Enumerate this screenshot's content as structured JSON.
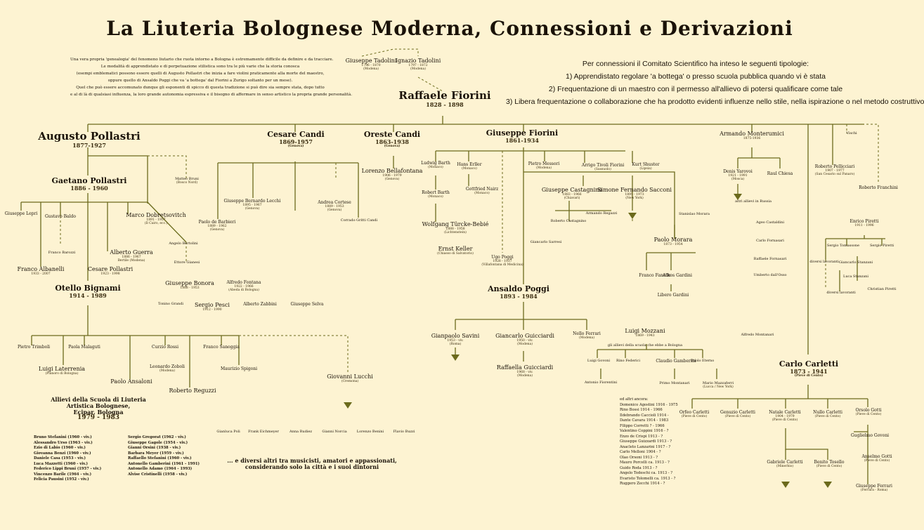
{
  "title": "La Liuteria Bolognese Moderna, Connessioni e Derivazioni",
  "intro": [
    "Una vera propria 'genealogia' del fenomeno liutario che ruota intorno a Bologna è estremamente difficile da definire e da tracciare.",
    "Le modalità di apprendistato e di perpetuazione stilistica sono tra le più varie che la storia conosca",
    "(esempi emblematici possono essere quelli di Augusto Pollastri che inizia a fare violini praticamente alla morte del maestro,",
    "oppure quello di Ansaldo Poggi che va 'a bottega' dal Fiorini a Zurigo soltanto per un mese).",
    "Quel che può essere accomunato dunque gli esponenti di spicco di questa tradizione si può dire sia sempre stata, dopo tutto",
    "e al di là di qualsiasi influenza, la loro grande autonomia espressiva e il bisogno di affermare in senso artistico la propria grande personalità."
  ],
  "legend": [
    "Per connessioni il Comitato Scientifico ha inteso le seguenti tipologie:",
    "1) Apprendistato regolare 'a bottega' o presso scuola pubblica quando vi è stata",
    "2) Frequentazione di un maestro con il permesso all'allievo di potersi qualificare come tale",
    "3) Libera frequentazione o collaborazione che ha prodotto evidenti influenze nello stile, nella ispirazione o nel metodo costruttivo"
  ],
  "nodes": {
    "tadolini_g": {
      "name": "Giuseppe Tadolini",
      "dates": "1796 - 1870",
      "place": "(Modena)"
    },
    "tadolini_i": {
      "name": "Ignazio Tadolini",
      "dates": "1797 - 1872",
      "place": "(Modena)"
    },
    "fiorini_r": {
      "name": "Raffaele Fiorini",
      "dates": "1828 - 1898"
    },
    "pollastri_a": {
      "name": "Augusto Pollastri",
      "dates": "1877-1927"
    },
    "candi_c": {
      "name": "Cesare Candi",
      "dates": "1869-1957",
      "place": "(Genova)"
    },
    "candi_o": {
      "name": "Oreste Candi",
      "dates": "1863-1938",
      "place": "(Genova)"
    },
    "fiorini_g": {
      "name": "Giuseppe Fiorini",
      "dates": "1861-1934"
    },
    "monterumici": {
      "name": "Armando Monterumici",
      "dates": "1875-1936"
    },
    "vischi": {
      "name": "Vischi"
    },
    "pellicciari": {
      "name": "Roberto Pellicciari",
      "dates": "1907 - 1977",
      "place": "(San Cesario sul Panaro)"
    },
    "franchini": {
      "name": "Roberto Franchini"
    },
    "pollastri_g": {
      "name": "Gaetano Pollastri",
      "dates": "1886 - 1960"
    },
    "bruni": {
      "name": "Matteo Bruni",
      "place": "(Bosco Nord)"
    },
    "lepri": {
      "name": "Giuseppe Lepri"
    },
    "baldo": {
      "name": "Gustavo Baldo"
    },
    "barozzi": {
      "name": "Franco Barozzi"
    },
    "albanelli": {
      "name": "Franco Albanelli",
      "dates": "1933 - 2007"
    },
    "guerra": {
      "name": "Alberto Guerra",
      "dates": "1886 - 1967",
      "place": "Bertile (Modena)"
    },
    "pollastri_c": {
      "name": "Cesare Pollastri",
      "dates": "1923 - 1998"
    },
    "dobretsovitch": {
      "name": "Marco Dobretsovitch",
      "dates": "1891 - 1957",
      "place": "(Il Cairo, ecc.)"
    },
    "bertolini": {
      "name": "Angelo Bertolini"
    },
    "gianesi": {
      "name": "Ettore Gianesi"
    },
    "bignami": {
      "name": "Otello Bignami",
      "dates": "1914 - 1989"
    },
    "lecchi": {
      "name": "Giuseppe Bernardo Lecchi",
      "dates": "1895 - 1967",
      "place": "(Genova)"
    },
    "barbieri": {
      "name": "Paolo de Barbieri",
      "dates": "1889 - 1962",
      "place": "(Genova)"
    },
    "cortese": {
      "name": "Andrea Cortese",
      "dates": "1889 - 1953",
      "place": "(Genova)"
    },
    "gritti": {
      "name": "Corrado Gritti Candi"
    },
    "bellafontana": {
      "name": "Lorenzo Bellafontana",
      "dates": "1906 - 1979",
      "place": "(Genova)"
    },
    "bonora": {
      "name": "Giuseppe Bonora",
      "dates": "1888 - 1953"
    },
    "fontana": {
      "name": "Alfredo Fontana",
      "dates": "1922 - 1966",
      "place": "(Abeda di Bologna)"
    },
    "grandi": {
      "name": "Tonino Grandi"
    },
    "pesci": {
      "name": "Sergio Pesci",
      "dates": "1912 - 1990"
    },
    "zabbini": {
      "name": "Alberto Zabbini"
    },
    "selva": {
      "name": "Giuseppe Selva"
    },
    "barth_l": {
      "name": "Ludwig Barth",
      "place": "(Monaco)"
    },
    "erller": {
      "name": "Hans Erller",
      "place": "(Monaco)"
    },
    "barth_r": {
      "name": "Robert Barth",
      "place": "(Monaco)"
    },
    "nairz": {
      "name": "Gottfried Nairz",
      "place": "(Monaco)"
    },
    "turcke": {
      "name": "Wolfgang Türcke-Bebié",
      "dates": "1888 - 1958",
      "place": "(Lichtenstein)"
    },
    "keller": {
      "name": "Ernst Keller",
      "place": "(Chiasso di Salvatorio)"
    },
    "poggi_u": {
      "name": "Ugo Poggi",
      "dates": "1928 - 1937",
      "place": "(Villafontana di Medicina)"
    },
    "poggi_a": {
      "name": "Ansaldo Poggi",
      "dates": "1893 - 1984"
    },
    "messori": {
      "name": "Pietro Messori",
      "place": "(Modena)"
    },
    "tivoli": {
      "name": "Arrigo Tivoli Fiorini",
      "place": "(Sassuolo)"
    },
    "shuster": {
      "name": "Kurt Shuster",
      "place": "(Lipsia)"
    },
    "castagnino": {
      "name": "Giuseppe Castagnino",
      "dates": "1883 - 1966",
      "place": "(Chiavari)"
    },
    "sacconi": {
      "name": "Simone Fernando Sacconi",
      "dates": "1895 - 1973",
      "place": "(New York)"
    },
    "regazzi": {
      "name": "Armando Regazzi"
    },
    "castagnino_r": {
      "name": "Roberto Castagnino"
    },
    "sarresi": {
      "name": "Giancarlo Sarresi"
    },
    "morara_s": {
      "name": "Stanislao Morara"
    },
    "morara_p": {
      "name": "Paolo Morara",
      "dates": "1873 - 1954"
    },
    "fanello": {
      "name": "Franco Fanello"
    },
    "gardini_a": {
      "name": "Athos Gardini"
    },
    "gardini_l": {
      "name": "Libero Gardini"
    },
    "yarovoi": {
      "name": "Denis Yarovoi",
      "dates": "1921 - 1991",
      "place": "(Mosca)"
    },
    "chiesa": {
      "name": "Raul Chiesa"
    },
    "russia": {
      "name": "altri allievi in Russia"
    },
    "castaldini": {
      "name": "Ageo Castaldini"
    },
    "fornasari_c": {
      "name": "Carlo Fornasari"
    },
    "fornasari_r": {
      "name": "Raffaele Fornasari"
    },
    "osso": {
      "name": "Umberto dall'Osso"
    },
    "piretti_e": {
      "name": "Enrico Piretti",
      "dates": "1911 - 1996"
    },
    "tomassone": {
      "name": "Sergio Tomassone"
    },
    "piretti_s": {
      "name": "Sergio Piretti"
    },
    "diversi1": {
      "name": "diversi lavoranti"
    },
    "stanzani_g": {
      "name": "Giancarlo Stanzani"
    },
    "stanzani_l": {
      "name": "Luca Stanzani"
    },
    "diversi2": {
      "name": "diversi lavoranti"
    },
    "piretti_c": {
      "name": "Christian Piretti"
    },
    "montanari_a": {
      "name": "Alfredo Montanari"
    },
    "savini": {
      "name": "Gianpaolo Savini",
      "dates": "1953 - viv.",
      "place": "(Roma)"
    },
    "guicciardi_g": {
      "name": "Giancarlo Guicciardi",
      "dates": "1950 - viv.",
      "place": "(Modena)"
    },
    "guicciardi_r": {
      "name": "Raffaella Guicciardi",
      "dates": "1968 - viv.",
      "place": "(Modena)"
    },
    "ferrari_n": {
      "name": "Nello Ferrari",
      "place": "(Modena)"
    },
    "mozzani": {
      "name": "Luigi Mozzani",
      "dates": "1869 - 1943"
    },
    "mozzani_note": {
      "name": "gli allievi della scuola che ebbe a Bologna"
    },
    "govoni_l": {
      "name": "Luigi Govoni"
    },
    "federici": {
      "name": "Rino Federici"
    },
    "gamberini": {
      "name": "Claudio Gamberini"
    },
    "eterno": {
      "name": "Paolo Eterno"
    },
    "fiorentini": {
      "name": "Antonio Fiorentini"
    },
    "montanari_p": {
      "name": "Primo Montanari"
    },
    "mazzaferri": {
      "name": "Mario Mazzaferri",
      "place": "(Lucca / New York)"
    },
    "carletti_c": {
      "name": "Carlo Carletti",
      "dates": "1873 - 1941",
      "place": "(Pieve di Cento)"
    },
    "carletti_o": {
      "name": "Orfeo Carletti",
      "place": "(Pieve di Cento)"
    },
    "carletti_g": {
      "name": "Genuzio Carletti",
      "place": "(Pieve di Cento)"
    },
    "carletti_n": {
      "name": "Natale Carletti",
      "dates": "1904 - 1979",
      "place": "(Pieve di Cento)"
    },
    "carletti_nu": {
      "name": "Nullo Carletti",
      "place": "(Pieve di Cento)"
    },
    "gotti_o": {
      "name": "Orsolo Gotti",
      "place": "(Pieve di Cento)"
    },
    "govoni_g": {
      "name": "Guglielmo Govoni"
    },
    "gotti_a": {
      "name": "Anselmo Gotti",
      "place": "(Pieve di Cento)"
    },
    "ferrari_g": {
      "name": "Giuseppe Ferrari",
      "place": "(Ferrara - Roma)"
    },
    "carletti_ga": {
      "name": "Gabriele Carletti",
      "place": "(Minerbio)"
    },
    "tosello": {
      "name": "Benito Tosello",
      "place": "(Pieve di Cento)"
    },
    "trimboli": {
      "name": "Pietro Trimboli"
    },
    "malaguti": {
      "name": "Paola Malaguti"
    },
    "laterrenia": {
      "name": "Luigi Laterrenia",
      "place": "(Pianoro di Bologna)"
    },
    "rossi": {
      "name": "Curzio Rossi"
    },
    "sanoggia": {
      "name": "Franco Sanoggia"
    },
    "zoboli": {
      "name": "Leonardo Zoboli",
      "place": "(Modena)"
    },
    "spigoni": {
      "name": "Maurizio Spigoni"
    },
    "ansaloni": {
      "name": "Paolo Ansaloni"
    },
    "reguzzi": {
      "name": "Roberto Reguzzi"
    },
    "lucchi": {
      "name": "Giovanni Lucchi",
      "place": "(Cremona)"
    },
    "scuola": {
      "name": "Allievi della Scuola di Liuteria\nArtistica Bolognese,\nEcipar, Bologna",
      "dates": "1979 - 1983"
    },
    "poli": {
      "name": "Gianluca Poli"
    },
    "eichmeyer": {
      "name": "Frank Eichmeyer"
    },
    "rudiez": {
      "name": "Anna Rudiez"
    },
    "norcia": {
      "name": "Gianni Norcia"
    },
    "benini": {
      "name": "Lorenzo Benini"
    },
    "buzzi": {
      "name": "Flavio Buzzi"
    },
    "closing": {
      "name": "... e diversi altri tra musicisti, amatori e appassionati,\nconsiderando solo la città e i suoi dintorni"
    }
  },
  "scuola_left": [
    "Bruno Stefanini (1960 - viv.)",
    "Alessandro Urso (1963 - viv.)",
    "Ezio di Labio (1960 - viv.)",
    "Giovanna Benzi (1960 - viv.)",
    "Daniele Casa (1953 - viv.)",
    "Luca Mazzetti (1960 - viv.)",
    "Federico Lippi Bruni (1957 - viv.)",
    "Vincenzo Barile (1964 - viv.)",
    "Felicia Pausini (1952 - viv.)"
  ],
  "scuola_right": [
    "Sergio Gregorat (1962 - viv.)",
    "Giuseppe Gagole (1954 - viv.)",
    "Gianni Orsini (1938 - viv.)",
    "Barbara Meyer (1959 - viv.)",
    "Raffaello Stefanini (1960 - viv.)",
    "Antonello Gamberini (1961 - 1991)",
    "Antonello Adamo (1964 - 1993)",
    "Alvise Cristinelli (1958 - viv.)"
  ],
  "altri_title": "ed altri ancora:",
  "altri": [
    "Domenico Agostini 1916 - 1975",
    "Rino Bossi 1914 - 1966",
    "Ildebrando Caccioli 1914 -",
    "Dante Cavara 1914 - 1983",
    "Filippo Corretti ? - 1966",
    "Valentino Coppini 1916 - ?",
    "Enzo de Crispi 1913 - ?",
    "Giuseppe Guizzardi 1913 - ?",
    "Anacleto Lanzarini 1917 - ?",
    "Carlo Melloni 1904 - ?",
    "Olao Orsoni 1913 - ?",
    "Mauro Porcelli ca. 1913 - ?",
    "Guido Roda 1913 - ?",
    "Angelo Tedeschi ca. 1913 - ?",
    "Evaristo Tolomelli ca. 1913 - ?",
    "Ruggero Zecchi 1914 - ?"
  ]
}
